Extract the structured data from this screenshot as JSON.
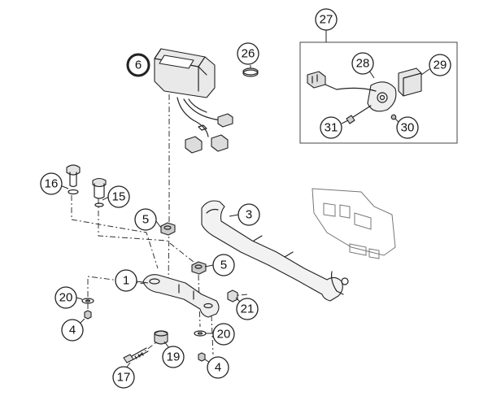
{
  "highlight_color": "#e07a2e",
  "callouts": [
    {
      "id": "c6",
      "label": "6",
      "highlight": true
    },
    {
      "id": "c26",
      "label": "26"
    },
    {
      "id": "c27",
      "label": "27"
    },
    {
      "id": "c28",
      "label": "28"
    },
    {
      "id": "c29",
      "label": "29"
    },
    {
      "id": "c30",
      "label": "30"
    },
    {
      "id": "c31",
      "label": "31"
    },
    {
      "id": "c16",
      "label": "16"
    },
    {
      "id": "c15",
      "label": "15"
    },
    {
      "id": "c5a",
      "label": "5"
    },
    {
      "id": "c3",
      "label": "3"
    },
    {
      "id": "c5b",
      "label": "5"
    },
    {
      "id": "c1",
      "label": "1"
    },
    {
      "id": "c20a",
      "label": "20"
    },
    {
      "id": "c21",
      "label": "21"
    },
    {
      "id": "c4a",
      "label": "4"
    },
    {
      "id": "c20b",
      "label": "20"
    },
    {
      "id": "c19",
      "label": "19"
    },
    {
      "id": "c4b",
      "label": "4"
    },
    {
      "id": "c17",
      "label": "17"
    }
  ]
}
